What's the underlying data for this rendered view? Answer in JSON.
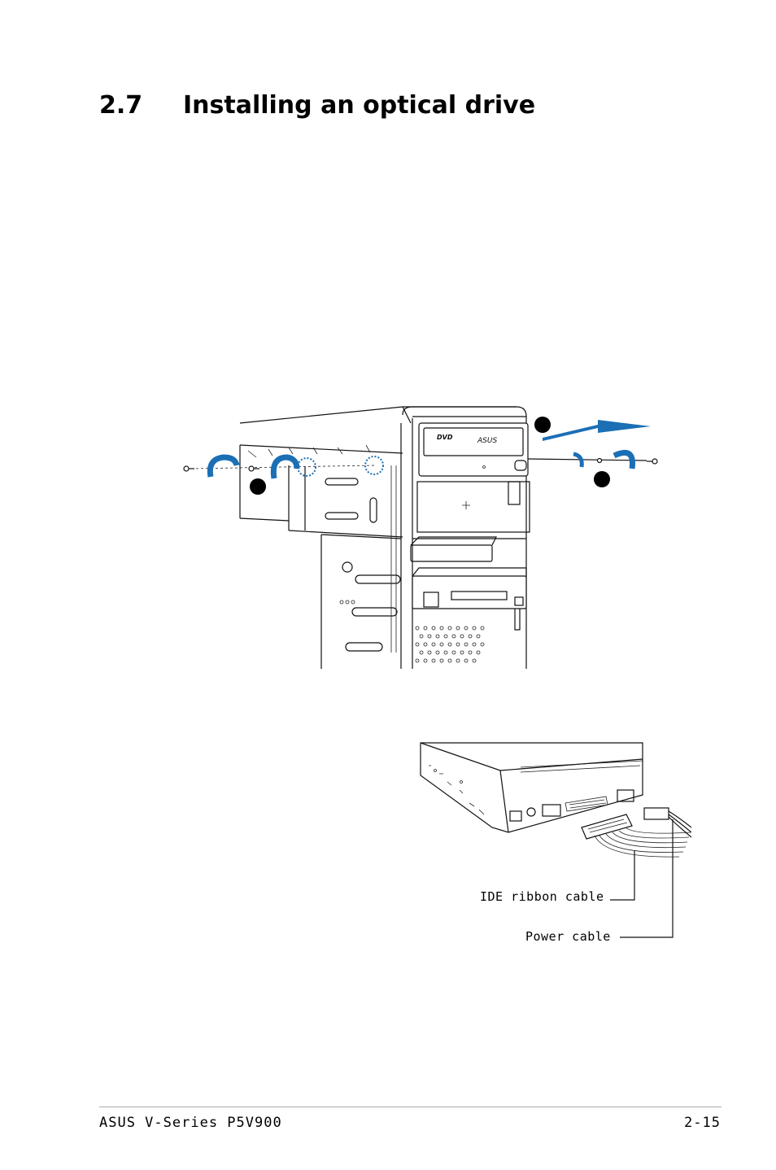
{
  "section": {
    "number": "2.7",
    "title": "Installing an optical drive"
  },
  "figure_case": {
    "drive_logo": "ASUS",
    "drive_badge": "DVD",
    "step_markers": [
      "step-1-marker",
      "step-2-marker",
      "step-3-marker"
    ],
    "accent_color": "#1b6fb5"
  },
  "figure_cables": {
    "ide_label": "IDE ribbon cable",
    "power_label": "Power cable"
  },
  "footer": {
    "left": "ASUS V-Series P5V900",
    "right": "2-15"
  }
}
